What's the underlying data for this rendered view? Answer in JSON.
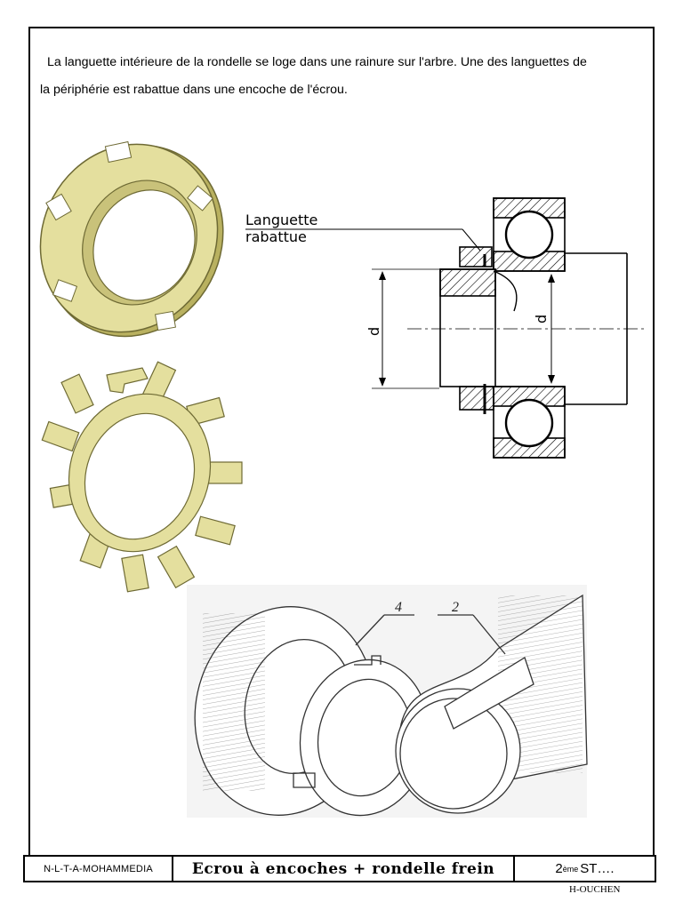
{
  "intro": {
    "line1": "La languette intérieure de la rondelle se loge dans une rainure sur l'arbre. Une des languettes de",
    "line2": "la périphérie est rabattue dans une encoche de l'écrou."
  },
  "section_drawing": {
    "label_line1": "Languette",
    "label_line2": "rabattue",
    "dim_left": "d",
    "dim_right": "d"
  },
  "exploded_view": {
    "ref_nut": "4",
    "ref_shaft": "2"
  },
  "footer": {
    "left": "N-L-T-A-MOHAMMEDIA",
    "title": "Ecrou à encoches + rondelle frein",
    "right_prefix": "2",
    "right_sup": "ème",
    "right_suffix": " ST…."
  },
  "author": "H-OUCHEN",
  "colors": {
    "part_fill": "#e4df9e",
    "part_dark": "#b9b160",
    "part_edge": "#6e6a34",
    "hatch": "#000000"
  }
}
